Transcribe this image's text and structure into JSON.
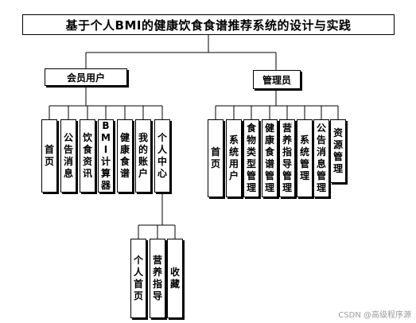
{
  "diagram": {
    "title": "基于个人BMI的健康饮食食谱推荐系统的设计与实践",
    "member": {
      "label": "会员用户",
      "children": [
        "首页",
        "公告消息",
        "饮食资讯",
        "BMI计算器",
        "健康食谱",
        "我的账户",
        "个人中心"
      ]
    },
    "personal_center_children": [
      "个人首页",
      "营养指导",
      "收藏"
    ],
    "admin": {
      "label": "管理员",
      "children": [
        "首页",
        "系统用户",
        "食物类型管理",
        "健康食谱管理",
        "营养指导管理",
        "系统管理",
        "公告消息管理",
        "资源管理"
      ]
    }
  },
  "watermark": "CSDN @高级程序源"
}
